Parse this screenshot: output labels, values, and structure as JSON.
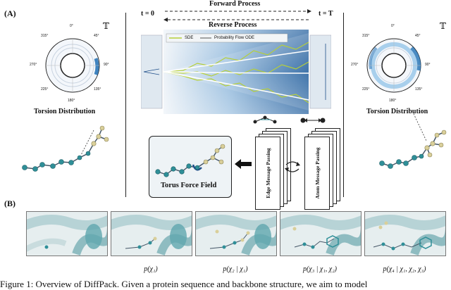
{
  "labels": {
    "panel_a": "(A)",
    "panel_b": "(B)"
  },
  "torus_symbol": "𝕋",
  "polar_left": {
    "title": "Torsion Distribution",
    "ticks": [
      "0°",
      "45°",
      "90°",
      "135°",
      "180°",
      "225°",
      "270°",
      "315°"
    ]
  },
  "polar_right": {
    "title": "Torsion Distribution",
    "ticks": [
      "0°",
      "45°",
      "90°",
      "135°",
      "180°",
      "225°",
      "270°",
      "315°"
    ]
  },
  "timeline": {
    "t0": "t = 0",
    "tT": "t = T",
    "forward": "Forward Process",
    "reverse": "Reverse Process"
  },
  "legend": {
    "sde": "SDE",
    "ode": "Probability Flow ODE"
  },
  "message_passing": {
    "edge": "Edge Message Passing",
    "atom": "Atom Message Passing"
  },
  "force_field": "Torus Force Field",
  "panel_b_captions": [
    "p(χ₁)",
    "p(χ₂ | χ₁)",
    "p(χ₃ | χ₁, χ₂)",
    "p(χ₄ | χ₁, χ₂, χ₃)"
  ],
  "figure_caption": "Figure 1: Overview of DiffPack. Given a protein sequence and backbone structure, we aim to model",
  "colors": {
    "teal": "#2f8f98",
    "blue": "#1f6fb4",
    "sand": "#d9cf9a",
    "line_green": "#b6cf3a"
  }
}
